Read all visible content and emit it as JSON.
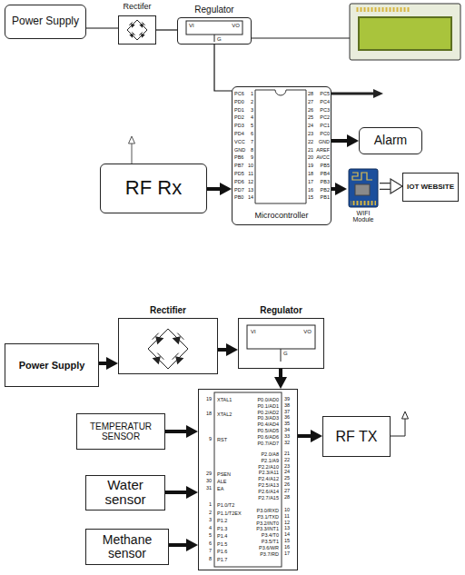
{
  "diagram": {
    "nodes": [
      {
        "text": [
          "Power Supply"
        ]
      },
      {
        "text": [
          "Rectifer"
        ]
      },
      {
        "text": [
          "Regulator"
        ]
      },
      {
        "text": [
          "Microcontroller"
        ]
      },
      {
        "text": [
          "RF Rx"
        ]
      },
      {
        "text": [
          "Alarm"
        ]
      },
      {
        "text": [
          "WIFI Module"
        ]
      },
      {
        "text": [
          "IOT WEBSITE"
        ]
      },
      {
        "text": [
          "Power Supply"
        ]
      },
      {
        "text": [
          "Rectifier"
        ]
      },
      {
        "text": [
          "Regulator"
        ]
      },
      {
        "text": [
          "XTAL1",
          "XTAL2",
          "RST",
          "PSEN",
          "ALE",
          "EA",
          "P1.0/T2",
          "P1.1/T2EX",
          "P1.2",
          "P1.3",
          "P1.4",
          "P1.5",
          "P1.6",
          "P1.7",
          "P0.0/AD0",
          "P0.1/AD1",
          "P0.2/AD2",
          "P0.3/AD3",
          "P0.4/AD4",
          "P0.5/AD5",
          "P0.6/AD6",
          "P0.7/AD7",
          "P2.0/A8",
          "P2.1/A9",
          "P2.2/A10",
          "P2.3/A11",
          "P2.4/A12",
          "P2.5/A13",
          "P2.6/A14",
          "P2.7/A15",
          "P3.0/RXD",
          "P3.1/TXD",
          "P3.2/INT0",
          "P3.3/INT1",
          "P3.4/T0",
          "P3.5/T1",
          "P3.6/WR",
          "P3.7/RD"
        ]
      },
      {
        "text": [
          "TEMPERATUR SENSOR"
        ]
      },
      {
        "text": [
          "Water sensor"
        ]
      },
      {
        "text": [
          "Methane sensor"
        ]
      },
      {
        "text": [
          "RF TX"
        ]
      }
    ],
    "edges": [
      {
        "from": 0,
        "to": 1,
        "arrow": "none"
      },
      {
        "from": 1,
        "to": 2,
        "arrow": "none"
      },
      {
        "from": 2,
        "to": 3,
        "arrow": "none"
      },
      {
        "from": 4,
        "to": 3,
        "arrow": "to"
      },
      {
        "from": 3,
        "to": 5,
        "arrow": "to"
      },
      {
        "from": 3,
        "to": 6,
        "arrow": "to"
      },
      {
        "from": 6,
        "to": 7,
        "arrow": "to"
      },
      {
        "from": 8,
        "to": 9,
        "arrow": "to"
      },
      {
        "from": 9,
        "to": 10,
        "arrow": "to"
      },
      {
        "from": 10,
        "to": 11,
        "arrow": "to"
      },
      {
        "from": 12,
        "to": 11,
        "arrow": "to"
      },
      {
        "from": 13,
        "to": 11,
        "arrow": "to"
      },
      {
        "from": 14,
        "to": 11,
        "arrow": "to"
      },
      {
        "from": 11,
        "to": 15,
        "arrow": "to"
      }
    ],
    "labels": [
      "VI",
      "VO",
      "G",
      "VI",
      "VO",
      "G",
      "PC6",
      "PD0",
      "PD1",
      "PD2",
      "PD3",
      "PD4",
      "VCC",
      "GND",
      "PB6",
      "PB7",
      "PD5",
      "PD6",
      "PD7",
      "PB0",
      "1",
      "2",
      "3",
      "4",
      "5",
      "6",
      "7",
      "8",
      "9",
      "10",
      "11",
      "12",
      "13",
      "14",
      "PC5",
      "PC4",
      "PC3",
      "PC2",
      "PC1",
      "PC0",
      "GND",
      "AREF",
      "AVCC",
      "PB5",
      "PB4",
      "PB3",
      "PB2",
      "PB1",
      "28",
      "27",
      "26",
      "25",
      "24",
      "23",
      "22",
      "21",
      "20",
      "19",
      "18",
      "17",
      "16",
      "15",
      "19",
      "18",
      "9",
      "29",
      "30",
      "31",
      "1",
      "2",
      "3",
      "4",
      "5",
      "6",
      "7",
      "8",
      "39",
      "38",
      "37",
      "36",
      "35",
      "34",
      "33",
      "32",
      "21",
      "22",
      "23",
      "24",
      "25",
      "26",
      "27",
      "28",
      "10",
      "11",
      "12",
      "13",
      "14",
      "15",
      "16",
      "17"
    ]
  }
}
